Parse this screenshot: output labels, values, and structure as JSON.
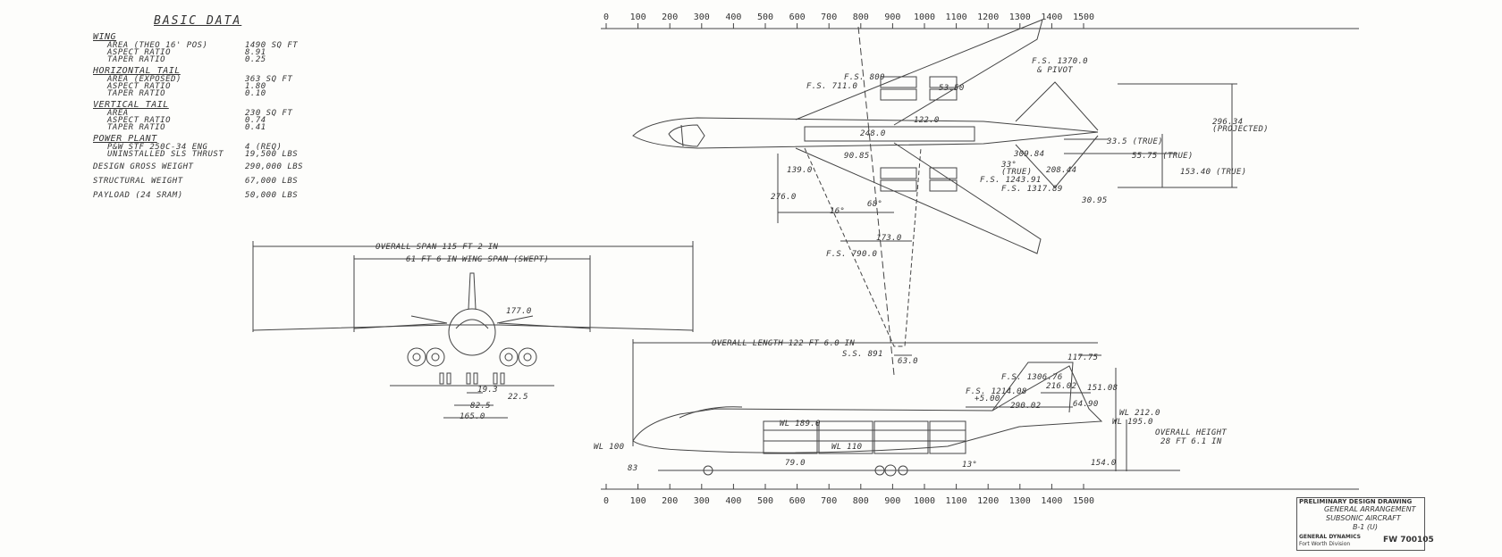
{
  "basic_data": {
    "title": "BASIC DATA",
    "sections": [
      {
        "name": "WING",
        "rows": [
          {
            "label": "AREA (THEO 16' POS)",
            "value": "1490 SQ FT"
          },
          {
            "label": "ASPECT RATIO",
            "value": "8.91"
          },
          {
            "label": "TAPER RATIO",
            "value": "0.25"
          }
        ]
      },
      {
        "name": "HORIZONTAL TAIL",
        "rows": [
          {
            "label": "AREA (EXPOSED)",
            "value": "363 SQ FT"
          },
          {
            "label": "ASPECT RATIO",
            "value": "1.80"
          },
          {
            "label": "TAPER RATIO",
            "value": "0.10"
          }
        ]
      },
      {
        "name": "VERTICAL TAIL",
        "rows": [
          {
            "label": "AREA",
            "value": "230 SQ FT"
          },
          {
            "label": "ASPECT RATIO",
            "value": "0.74"
          },
          {
            "label": "TAPER RATIO",
            "value": "0.41"
          }
        ]
      },
      {
        "name": "POWER PLANT",
        "rows": [
          {
            "label": "P&W STF 250C-34 ENG",
            "value": "4 (REQ)"
          },
          {
            "label": "UNINSTALLED SLS THRUST",
            "value": "19,500 LBS"
          }
        ]
      }
    ],
    "weights": [
      {
        "label": "DESIGN GROSS WEIGHT",
        "value": "290,000 LBS"
      },
      {
        "label": "STRUCTURAL WEIGHT",
        "value": "67,000 LBS"
      },
      {
        "label": "PAYLOAD (24 SRAM)",
        "value": "50,000 LBS"
      }
    ]
  },
  "scale_ticks": [
    "0",
    "100",
    "200",
    "300",
    "400",
    "500",
    "600",
    "700",
    "800",
    "900",
    "1000",
    "1100",
    "1200",
    "1300",
    "1400",
    "1500"
  ],
  "front_view": {
    "overall_span": "OVERALL SPAN 115 FT 2 IN",
    "wing_span": "61 FT 6 IN WING SPAN (SWEPT)",
    "dims": [
      "177.0",
      "19.3",
      "22.5",
      "82.5",
      "165.0"
    ]
  },
  "plan_view": {
    "labels": [
      "F.S. 800",
      "F.S. 711.0",
      "53.50",
      "F.S. 1370.0",
      "& PIVOT",
      "122.0",
      "248.0",
      "296.34",
      "(PROJECTED)",
      "33.5 (TRUE)",
      "55.75 (TRUE)",
      "90.85",
      "309.84",
      "139.0",
      "33°",
      "(TRUE)",
      "208.44",
      "153.40 (TRUE)",
      "F.S. 1243.91",
      "F.S. 1317.89",
      "276.0",
      "68°",
      "30.95",
      "16°",
      "173.0",
      "F.S. 790.0",
      "S.S. 891",
      "63.0"
    ]
  },
  "side_view": {
    "overall_length": "OVERALL LENGTH 122 FT 6.0 IN",
    "overall_height": "OVERALL HEIGHT",
    "overall_height_2": "28 FT 6.1 IN",
    "labels": [
      "117.75",
      "F.S. 1306.76",
      "216.02",
      "151.08",
      "F.S. 1214.08",
      "+5.00",
      "290.02",
      "64.90",
      "WL 212.0",
      "WL 195.0",
      "WL 189.0",
      "WL 110",
      "WL 100",
      "83",
      "79.0",
      "13°",
      "154.0"
    ]
  },
  "title_block": {
    "header": "PRELIMINARY DESIGN DRAWING",
    "title1": "GENERAL ARRANGEMENT",
    "title2": "SUBSONIC AIRCRAFT",
    "title3": "B-1 (U)",
    "company": "GENERAL DYNAMICS",
    "division": "Fort Worth Division",
    "dwg_no": "FW 700105"
  }
}
